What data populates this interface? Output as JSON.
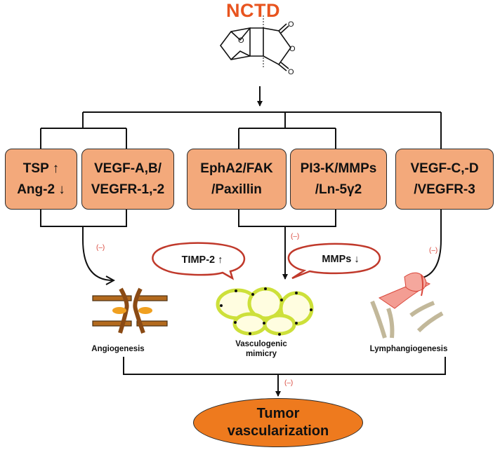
{
  "title": "NCTD",
  "boxes": {
    "tsp": [
      "TSP ↑",
      "Ang-2 ↓"
    ],
    "vegf_ab": [
      "VEGF-A,B/",
      "VEGFR-1,-2"
    ],
    "epha2": [
      "EphA2/FAK",
      "/Paxillin"
    ],
    "pi3k": [
      "PI3-K/MMPs",
      "/Ln-5γ2"
    ],
    "vegf_cd": [
      "VEGF-C,-D",
      "/VEGFR-3"
    ]
  },
  "inhibit_mark": "(–)",
  "bubbles": {
    "left": "TIMP-2 ↑",
    "right": "MMPs ↓"
  },
  "labels": {
    "angiogenesis": "Angiogenesis",
    "vasculogenic": [
      "Vasculogenic",
      "mimicry"
    ],
    "lymphangiogenesis": "Lymphangiogenesis"
  },
  "outcome": [
    "Tumor",
    "vascularization"
  ],
  "colors": {
    "title": "#e8541f",
    "box_fill": "#f3a97b",
    "oval_fill": "#ee7a1e",
    "inhibit": "#d9463a",
    "bubble_stroke": "#c0392b"
  }
}
